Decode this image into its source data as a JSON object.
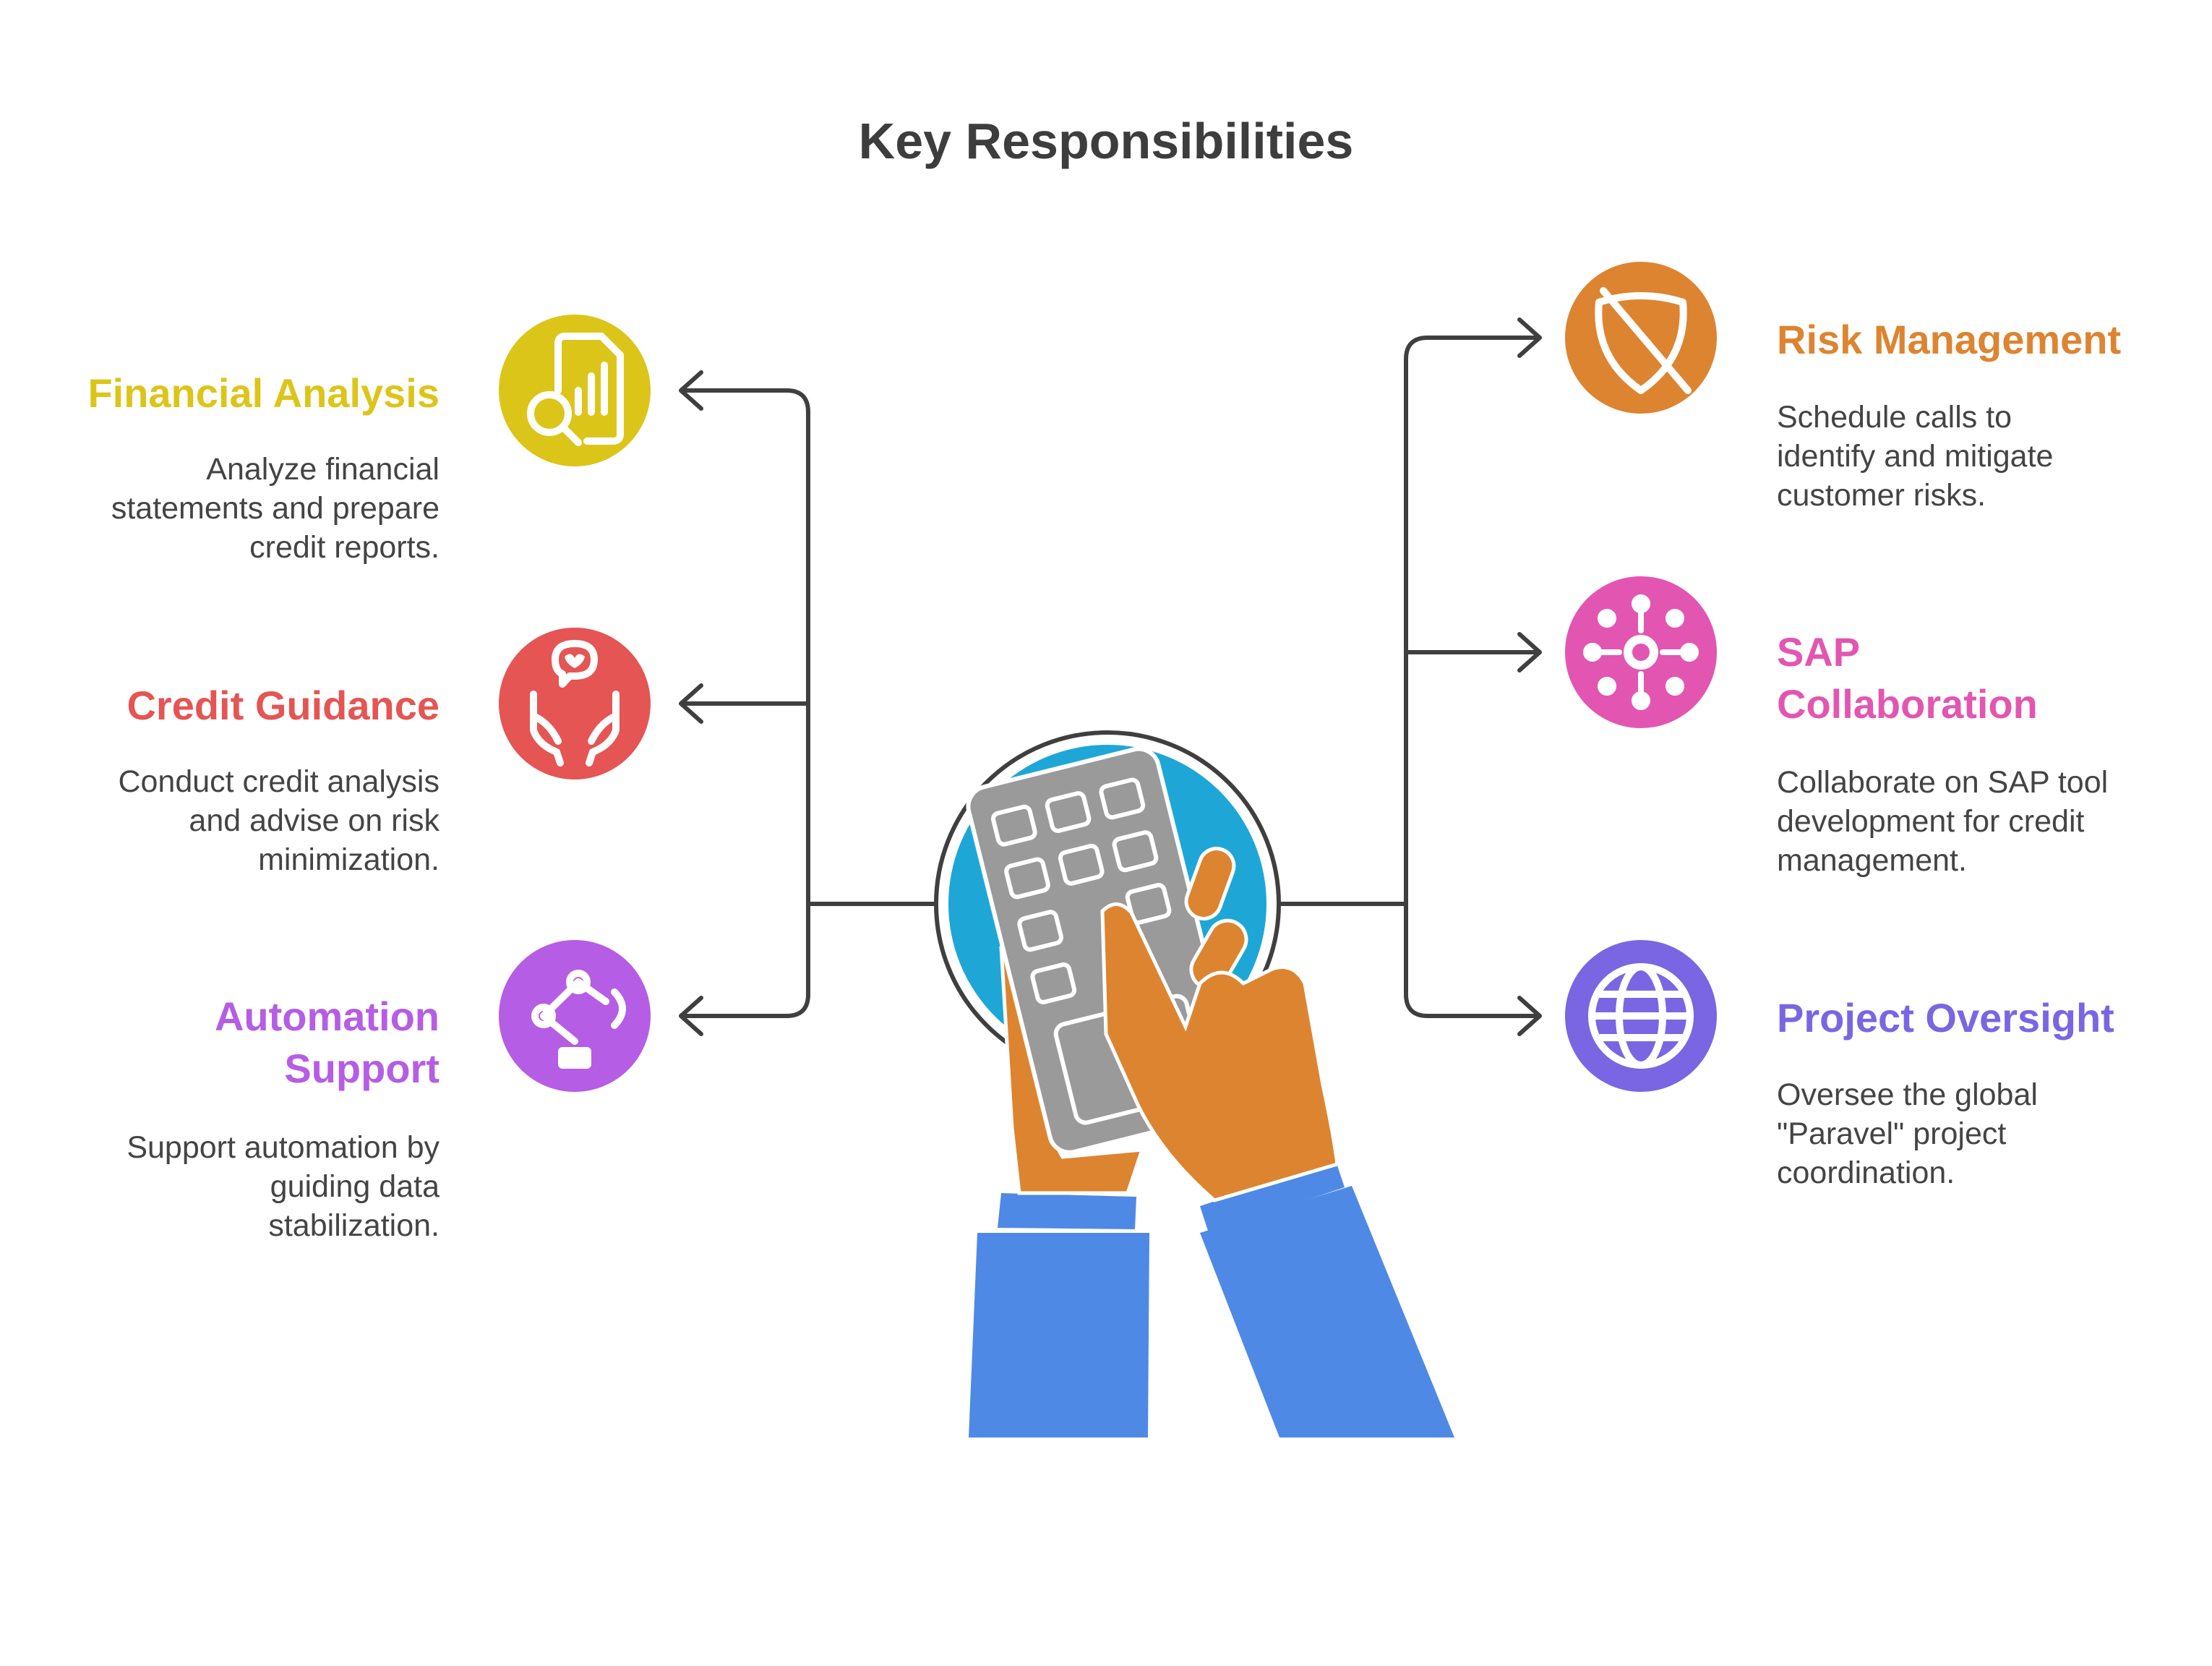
{
  "title": "Key Responsibilities",
  "colors": {
    "line": "#3f3f3f",
    "hub_fill": "#1ea7d6",
    "calculator": "#9a9a9a",
    "hand": "#dd8431",
    "sleeve": "#4f89e6"
  },
  "items": [
    {
      "id": "financial-analysis",
      "label": "Financial Analysis",
      "description": [
        "Analyze financial",
        "statements and prepare",
        "credit reports."
      ],
      "color": "#dcc519",
      "icon": "document-search-icon"
    },
    {
      "id": "credit-guidance",
      "label": "Credit Guidance",
      "description": [
        "Conduct credit analysis",
        "and advise on risk",
        "minimization."
      ],
      "color": "#e45554",
      "icon": "heart-hands-icon"
    },
    {
      "id": "automation-support",
      "label": [
        "Automation",
        "Support"
      ],
      "description": [
        "Support automation by",
        "guiding data",
        "stabilization."
      ],
      "color": "#b55de4",
      "icon": "robot-arm-icon"
    },
    {
      "id": "risk-management",
      "label": "Risk Management",
      "description": [
        "Schedule calls to",
        "identify and mitigate",
        "customer risks."
      ],
      "color": "#dd8431",
      "icon": "shield-off-icon"
    },
    {
      "id": "sap-collaboration",
      "label": [
        "SAP",
        "Collaboration"
      ],
      "description": [
        "Collaborate on SAP tool",
        "development for credit",
        "management."
      ],
      "color": "#e256b1",
      "icon": "network-gear-icon"
    },
    {
      "id": "project-oversight",
      "label": "Project Oversight",
      "description": [
        "Oversee the global",
        "\"Paravel\" project",
        "coordination."
      ],
      "color": "#7a66e2",
      "icon": "globe-icon"
    }
  ]
}
